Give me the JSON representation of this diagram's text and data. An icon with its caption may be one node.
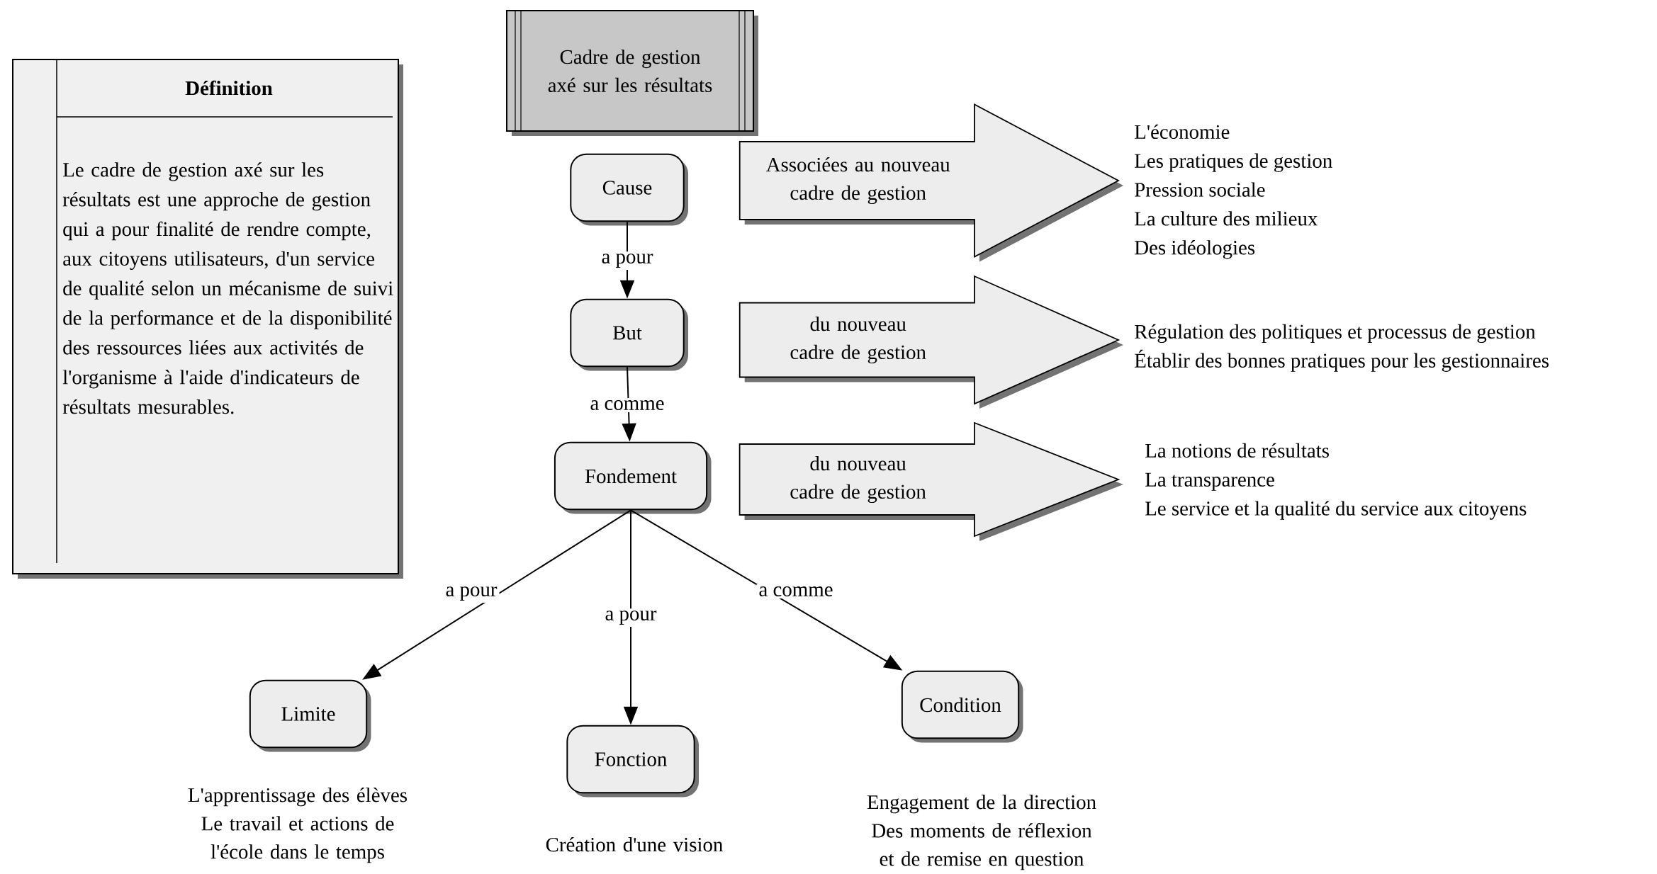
{
  "diagram": {
    "nodes": [
      {
        "text": [
          "Définition",
          "Le cadre de gestion axé sur les résultats est une approche de gestion qui a pour finalité de rendre compte, aux citoyens utilisateurs, d'un service de qualité selon un mécanisme de suivi de la performance et de la disponibilité des ressources liées aux activités de l'organisme à l'aide d'indicateurs de résultats mesurables."
        ]
      },
      {
        "text": [
          "Cadre de gestion axé sur les résultats"
        ]
      },
      {
        "text": [
          "Cause"
        ]
      },
      {
        "text": [
          "L'économie",
          "Les pratiques de gestion",
          "Pression sociale",
          "La culture des milieux",
          "Des idéologies"
        ]
      },
      {
        "text": [
          "But"
        ]
      },
      {
        "text": [
          "Régulation des politiques et processus de gestion",
          "Établir des bonnes pratiques pour les gestionnaires"
        ]
      },
      {
        "text": [
          "Fondement"
        ]
      },
      {
        "text": [
          "La notions de résultats",
          "La transparence",
          "Le service et la qualité du service aux citoyens"
        ]
      },
      {
        "text": [
          "Limite"
        ],
        "beside": [
          "L'apprentissage des élèves",
          "Le travail et actions de l'école dans le temps"
        ]
      },
      {
        "text": [
          "Fonction"
        ],
        "beside": [
          "Création d'une vision"
        ]
      },
      {
        "text": [
          "Condition"
        ],
        "beside": [
          "Engagement de la direction",
          "Des moments de réflexion et de remise en question"
        ]
      }
    ],
    "edges": [
      {
        "from": 2,
        "to": 4,
        "arrow": "to",
        "label": "a pour"
      },
      {
        "from": 4,
        "to": 6,
        "arrow": "to",
        "label": "a comme"
      },
      {
        "from": 6,
        "to": 8,
        "arrow": "to",
        "label": "a pour"
      },
      {
        "from": 6,
        "to": 9,
        "arrow": "to",
        "label": "a pour"
      },
      {
        "from": 6,
        "to": 10,
        "arrow": "to",
        "label": "a comme"
      },
      {
        "from": 2,
        "to": 3,
        "arrow": "to",
        "label": "Associées au nouveau cadre de gestion",
        "style": "thick"
      },
      {
        "from": 4,
        "to": 5,
        "arrow": "to",
        "label": "du nouveau cadre de gestion",
        "style": "thick"
      },
      {
        "from": 6,
        "to": 7,
        "arrow": "to",
        "label": "du nouveau cadre de gestion",
        "style": "thick"
      }
    ]
  }
}
